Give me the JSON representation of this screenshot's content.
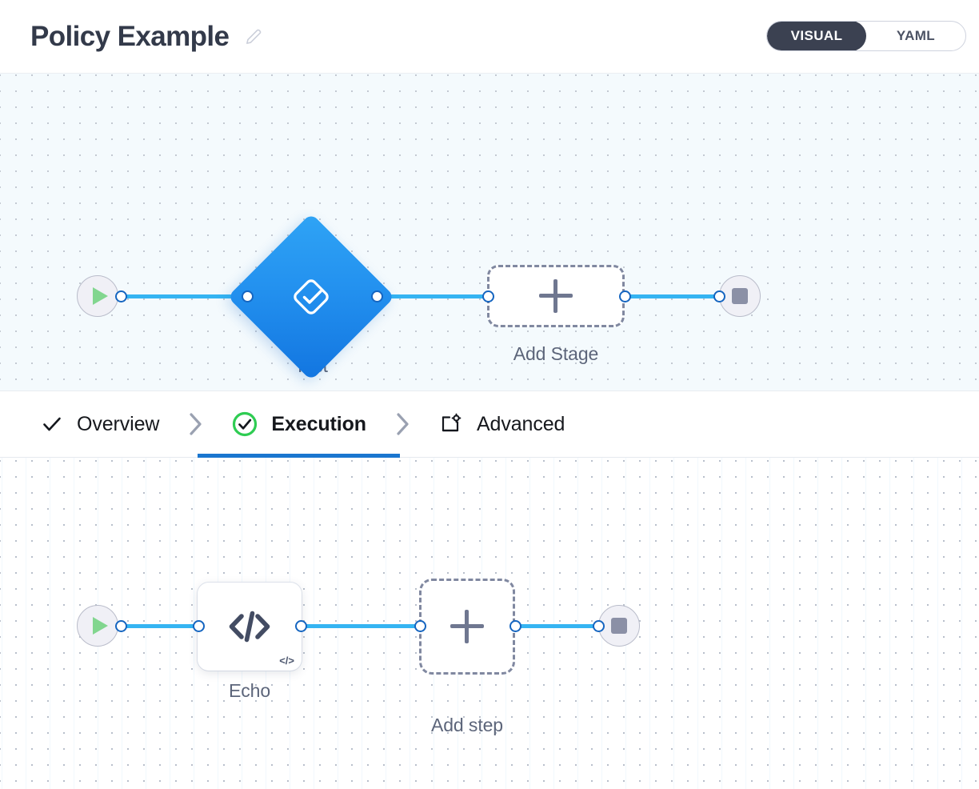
{
  "header": {
    "title": "Policy Example",
    "edit_icon": "pencil-icon",
    "modes": [
      {
        "label": "VISUAL",
        "active": true
      },
      {
        "label": "YAML",
        "active": false
      }
    ]
  },
  "tabs": [
    {
      "label": "Overview",
      "icon": "check-icon",
      "active": false
    },
    {
      "label": "Execution",
      "icon": "check-circle-icon",
      "active": true
    },
    {
      "label": "Advanced",
      "icon": "gear-window-icon",
      "active": false
    }
  ],
  "tab_separator": "chevron-right-icon",
  "stage_canvas": {
    "start_node": {
      "icon": "play-icon",
      "label": ""
    },
    "stage": {
      "label": "Test",
      "icon": "check-diamond-icon"
    },
    "add_stage": {
      "label": "Add Stage",
      "icon": "plus-icon"
    },
    "end_node": {
      "icon": "stop-icon",
      "label": ""
    }
  },
  "step_canvas": {
    "start_node": {
      "icon": "play-icon",
      "label": ""
    },
    "step": {
      "label": "Echo",
      "icon": "code-icon",
      "badge": "</>"
    },
    "add_step": {
      "label": "Add step",
      "icon": "plus-icon"
    },
    "end_node": {
      "icon": "stop-icon",
      "label": ""
    }
  },
  "colors": {
    "accent_blue": "#1a76cf",
    "edge_blue": "#35b4f2",
    "stage_blue": "#2391ef",
    "active_toggle_bg": "#3b4151",
    "success_green": "#2ecc52",
    "play_green": "#82d68f",
    "label_gray": "#5c657a",
    "canvas_top_bg": "#f4fafd"
  }
}
